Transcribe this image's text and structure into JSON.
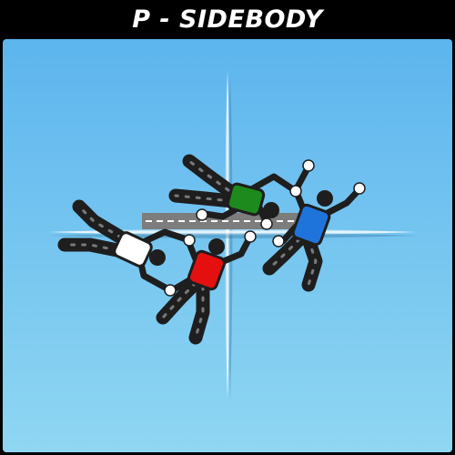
{
  "title": "P - SIDEBODY",
  "colors": {
    "sky_top": "#5db5ee",
    "sky_bottom": "#8fd6f2",
    "body": "#1e1e1e",
    "limb_stripe": "#7a7a7a",
    "grip": "#ffffff",
    "jumper_white": "#ffffff",
    "jumper_green": "#1c8a1c",
    "jumper_blue": "#1f74dc",
    "jumper_red": "#e41010",
    "runway": "#7d7d7d",
    "axis_glow": "#ffffff"
  },
  "formation": {
    "jumpers": [
      {
        "id": "white",
        "color": "#ffffff"
      },
      {
        "id": "green",
        "color": "#1c8a1c"
      },
      {
        "id": "blue",
        "color": "#1f74dc"
      },
      {
        "id": "red",
        "color": "#e41010"
      }
    ]
  }
}
